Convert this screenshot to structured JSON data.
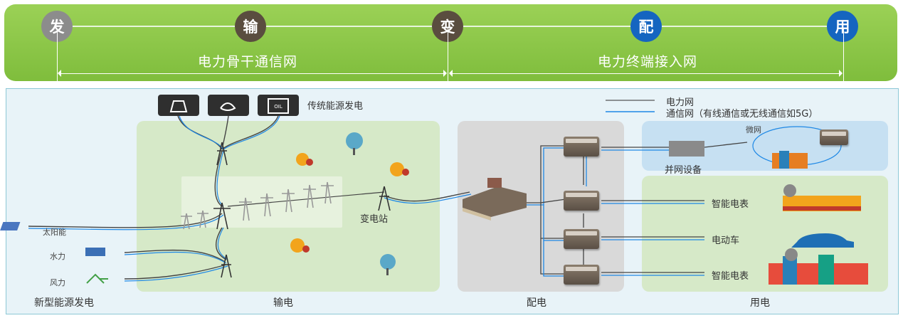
{
  "stages": [
    {
      "label": "发",
      "color": "#8c8c8c"
    },
    {
      "label": "输",
      "color": "#5a4d3f"
    },
    {
      "label": "变",
      "color": "#5a4d3f"
    },
    {
      "label": "配",
      "color": "#1565c0"
    },
    {
      "label": "用",
      "color": "#1565c0"
    }
  ],
  "segments": {
    "backbone": "电力骨干通信网",
    "access": "电力终端接入网"
  },
  "legend": {
    "power": "电力网",
    "comm": "通信网（有线通信或无线通信如5G）"
  },
  "traditional_gen": "传统能源发电",
  "oil_label": "OIL",
  "sources": {
    "solar": "太阳能",
    "hydro": "水力",
    "wind": "风力"
  },
  "substation": "变电站",
  "microgrid": "微网",
  "grid_equipment": "并网设备",
  "consumers": {
    "meter1": "智能电表",
    "ev": "电动车",
    "meter2": "智能电表"
  },
  "sections": {
    "new_gen": "新型能源发电",
    "transmission": "输电",
    "distribution": "配电",
    "consumption": "用电"
  },
  "colors": {
    "power_line": "#555555",
    "comm_line": "#1e88e5",
    "banner": "#8cc84b"
  }
}
